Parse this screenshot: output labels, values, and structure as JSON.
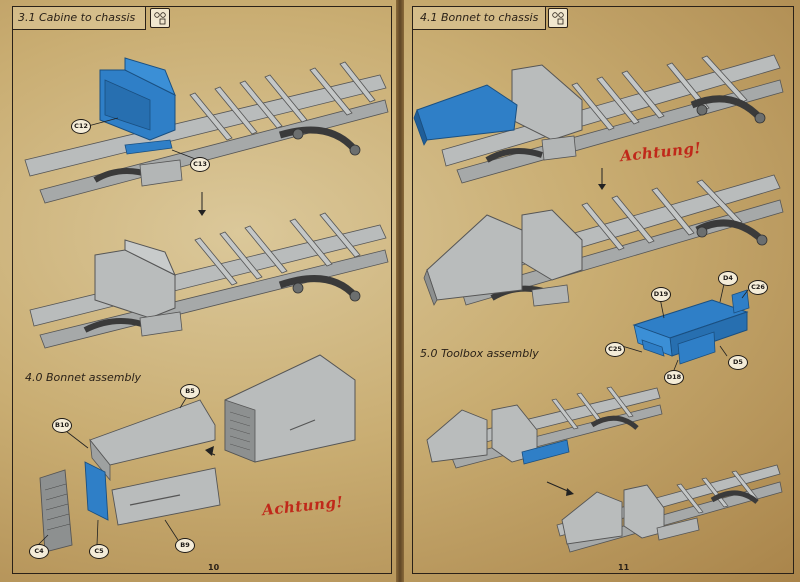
{
  "left_page": {
    "step_a_title": "3.1 Cabine to chassis",
    "step_b_title": "4.0 Bonnet assembly",
    "achtung": "Achtung!",
    "page_number": "10",
    "paint_icon": "paint-code-icon",
    "callouts": {
      "c12": "C12",
      "c13": "C13",
      "b5": "B5",
      "b10": "B10",
      "b9": "B9",
      "c4": "C4",
      "c5": "C5"
    }
  },
  "right_page": {
    "step_a_title": "4.1 Bonnet to chassis",
    "step_b_title": "5.0 Toolbox assembly",
    "achtung": "Achtung!",
    "page_number": "11",
    "paint_icon": "paint-code-icon",
    "callouts": {
      "d19": "D19",
      "d4": "D4",
      "c26": "C26",
      "c25": "C25",
      "d5": "D5",
      "d18": "D18"
    }
  },
  "colors": {
    "part_grey": "#b9bcbc",
    "part_dark": "#7d8180",
    "highlight_blue": "#2f7fc7",
    "frame": "#2a2118",
    "achtung_red": "#c0281a"
  }
}
